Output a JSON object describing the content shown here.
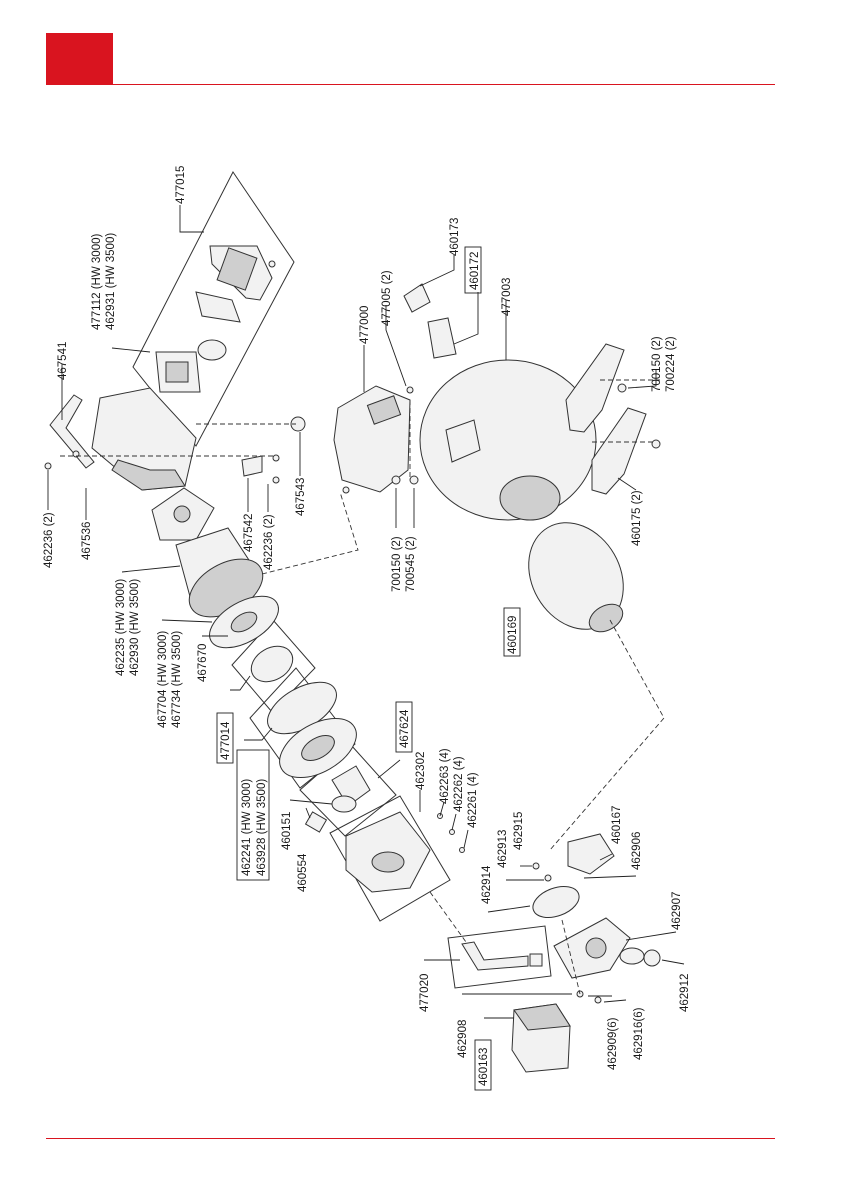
{
  "colors": {
    "brand": "#d9141f",
    "line": "#222222"
  },
  "labels": {
    "l477015": "477015",
    "l477112": "477112 (HW 3000)",
    "l462931": "462931 (HW 3500)",
    "l467541": "467541",
    "l462236a": "462236 (2)",
    "l467536": "467536",
    "l467543": "467543",
    "l467542": "467542",
    "l462236b": "462236 (2)",
    "l477000": "477000",
    "l477005": "477005 (2)",
    "l460173": "460173",
    "l460172": "460172",
    "l477003": "477003",
    "l700150a": "700150 (2)",
    "l700545": "700545 (2)",
    "l700150b": "700150 (2)",
    "l700224": "700224 (2)",
    "l460175": "460175 (2)",
    "l462235": "462235 (HW 3000)",
    "l462930": "462930 (HW 3500)",
    "l467704": "467704 (HW 3000)",
    "l467734": "467734 (HW 3500)",
    "l467670": "467670",
    "l477014": "477014",
    "l462241": "462241 (HW 3000)",
    "l463928": "463928 (HW 3500)",
    "l467624": "467624",
    "l460169": "460169",
    "l462302": "462302",
    "l462263": "462263 (4)",
    "l462262": "462262 (4)",
    "l462261": "462261 (4)",
    "l460151": "460151",
    "l460554": "460554",
    "l462915": "462915",
    "l462913": "462913",
    "l462914": "462914",
    "l460167": "460167",
    "l462906": "462906",
    "l462907": "462907",
    "l462912": "462912",
    "l477020": "477020",
    "l462908": "462908",
    "l460163": "460163",
    "l462909": "462909(6)",
    "l462916": "462916(6)"
  }
}
